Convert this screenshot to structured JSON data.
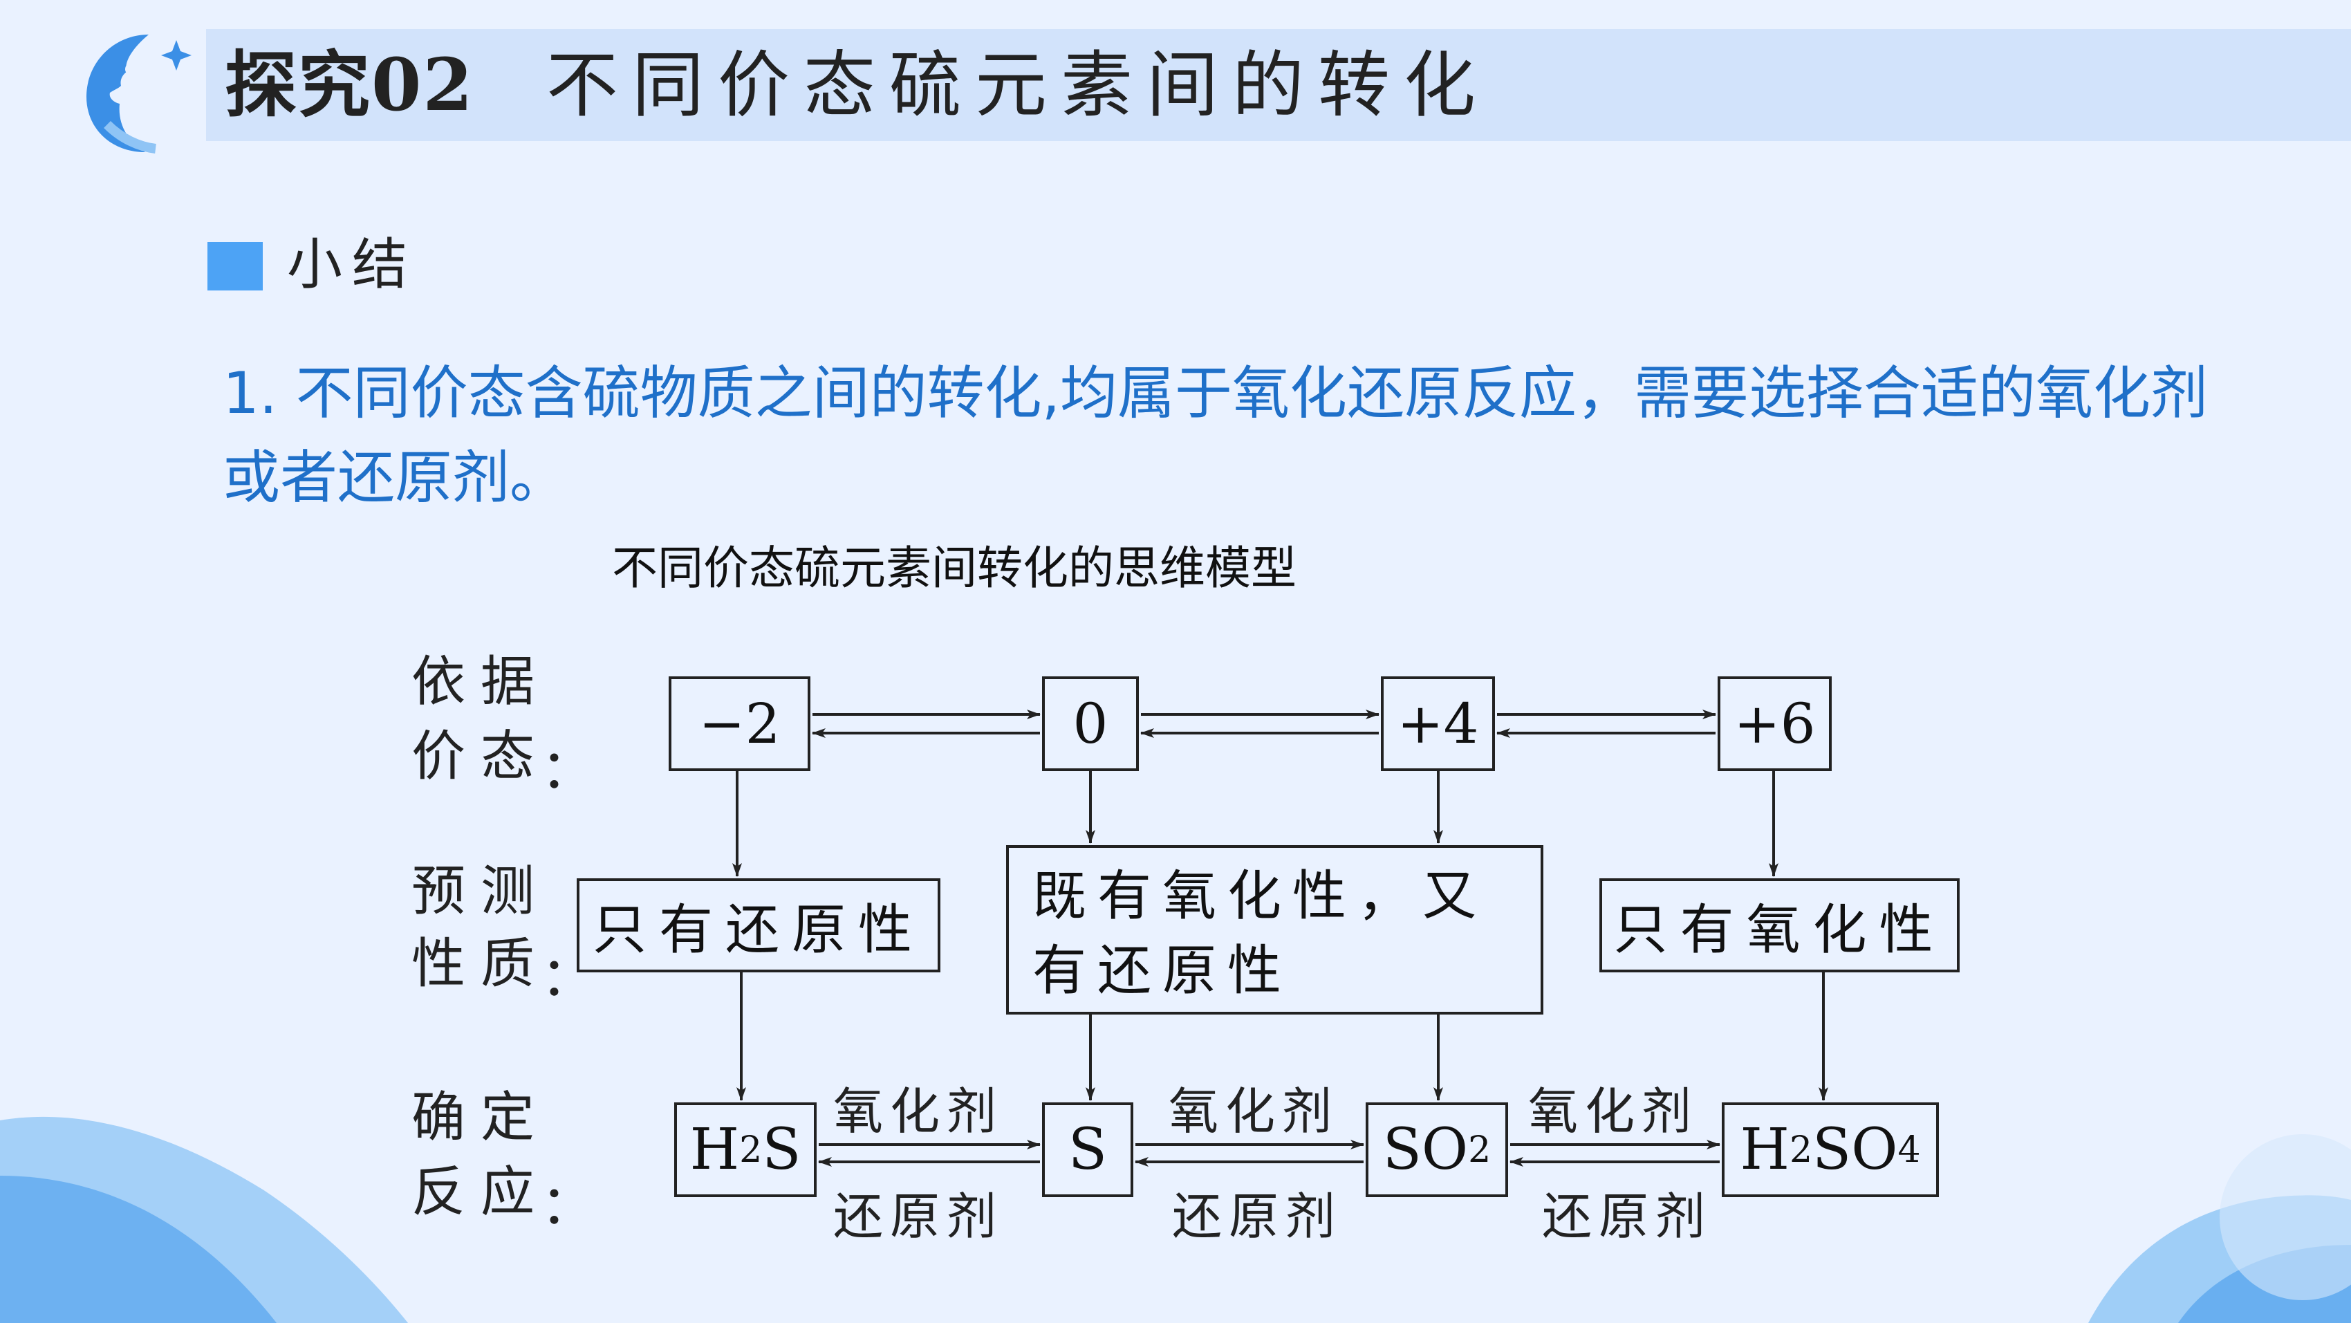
{
  "header": {
    "title_part1": "探究02",
    "title_part2": "不同价态硫元素间的转化"
  },
  "section": {
    "label": "小结"
  },
  "summary": {
    "text": "1. 不同价态含硫物质之间的转化,均属于氧化还原反应，需要选择合适的氧化剂或者还原剂。"
  },
  "diagram": {
    "title": "不同价态硫元素间转化的思维模型",
    "rows": [
      {
        "line1": "依据",
        "line2": "价态"
      },
      {
        "line1": "预测",
        "line2": "性质"
      },
      {
        "line1": "确定",
        "line2": "反应"
      }
    ],
    "colon": "：",
    "valences": [
      "−2",
      "0",
      "+4",
      "+6"
    ],
    "properties": [
      "只有还原性",
      "既有氧化性，又有还原性",
      "只有氧化性"
    ],
    "substances": [
      {
        "main": "H",
        "sub": "2",
        "rest": "S"
      },
      {
        "main": "S"
      },
      {
        "main": "SO",
        "sub": "2"
      },
      {
        "main": "H",
        "sub": "2",
        "rest": "SO",
        "sub2": "4"
      }
    ],
    "oxidant_label": "氧化剂",
    "reductant_label": "还原剂"
  },
  "colors": {
    "background": "#eaf2ff",
    "title_bar": "#d2e3fb",
    "accent": "#4da3f5",
    "summary_text": "#1f70c9"
  }
}
